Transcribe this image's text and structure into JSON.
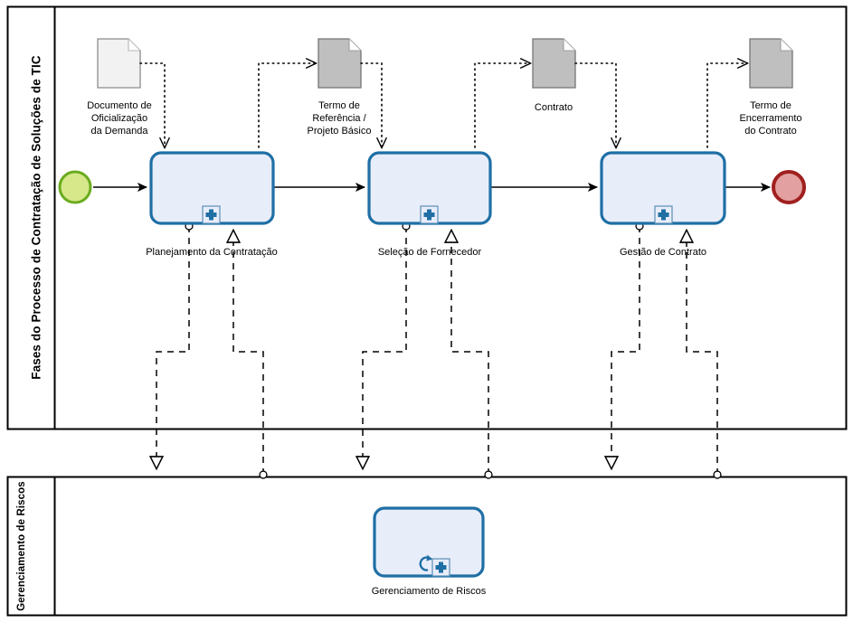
{
  "diagram": {
    "type": "bpmn-process-diagram",
    "colors": {
      "pool_border": "#000000",
      "task_border": "#1F6FA5",
      "task_fill": "#E8EDFA",
      "marker_blue": "#1F6FA5",
      "start_event_fill": "#D6E88A",
      "start_event_border": "#6AAB1E",
      "end_event_fill": "#E3A0A0",
      "end_event_border": "#A02020",
      "doc_fill_light": "#F2F2F2",
      "doc_fill_gray": "#BFBFBF",
      "doc_border": "#808080",
      "connector": "#000000"
    }
  },
  "lanes": [
    {
      "id": "lane-fases",
      "title": "Fases do Processo de Contratação de Soluções de TIC"
    },
    {
      "id": "lane-riscos",
      "title": "Gerenciamento de Riscos"
    }
  ],
  "events": [
    {
      "id": "start-event",
      "name": "start-event",
      "type": "start",
      "label": ""
    },
    {
      "id": "end-event",
      "name": "end-event",
      "type": "end",
      "label": ""
    }
  ],
  "tasks": [
    {
      "id": "task-planejamento",
      "label": "Planejamento da Contratação",
      "markers": [
        "sub-process-plus"
      ],
      "lane": "lane-fases"
    },
    {
      "id": "task-selecao",
      "label": "Seleção de Fornecedor",
      "markers": [
        "sub-process-plus"
      ],
      "lane": "lane-fases"
    },
    {
      "id": "task-gestao",
      "label": "Gestão de Contrato",
      "markers": [
        "sub-process-plus"
      ],
      "lane": "lane-fases"
    },
    {
      "id": "task-riscos",
      "label": "Gerenciamento de Riscos",
      "markers": [
        "loop",
        "sub-process-plus"
      ],
      "lane": "lane-riscos"
    }
  ],
  "documents": [
    {
      "id": "doc-oficializacao",
      "label": "Documento de\nOficialização\nda Demanda",
      "fill": "light"
    },
    {
      "id": "doc-termo-referencia",
      "label": "Termo de\nReferência /\nProjeto Básico",
      "fill": "gray"
    },
    {
      "id": "doc-contrato",
      "label": "Contrato",
      "fill": "gray"
    },
    {
      "id": "doc-termo-encerramento",
      "label": "Termo de\nEncerramento\ndo Contrato",
      "fill": "gray"
    }
  ],
  "flows": [
    {
      "id": "flow-start-to-planejamento",
      "type": "sequence"
    },
    {
      "id": "flow-planejamento-to-selecao",
      "type": "sequence"
    },
    {
      "id": "flow-selecao-to-gestao",
      "type": "sequence"
    },
    {
      "id": "flow-gestao-to-end",
      "type": "sequence"
    },
    {
      "id": "assoc-doc-oficializacao-to-planejamento",
      "type": "association"
    },
    {
      "id": "assoc-planejamento-to-doc-termo-referencia",
      "type": "association"
    },
    {
      "id": "assoc-doc-termo-referencia-to-selecao",
      "type": "association"
    },
    {
      "id": "assoc-selecao-to-doc-contrato",
      "type": "association"
    },
    {
      "id": "assoc-doc-contrato-to-gestao",
      "type": "association"
    },
    {
      "id": "assoc-gestao-to-doc-termo-encerramento",
      "type": "association"
    },
    {
      "id": "msg-planejamento-to-riscos",
      "type": "message"
    },
    {
      "id": "msg-riscos-to-planejamento",
      "type": "message"
    },
    {
      "id": "msg-selecao-to-riscos",
      "type": "message"
    },
    {
      "id": "msg-riscos-to-selecao",
      "type": "message"
    },
    {
      "id": "msg-gestao-to-riscos",
      "type": "message"
    },
    {
      "id": "msg-riscos-to-gestao",
      "type": "message"
    }
  ]
}
